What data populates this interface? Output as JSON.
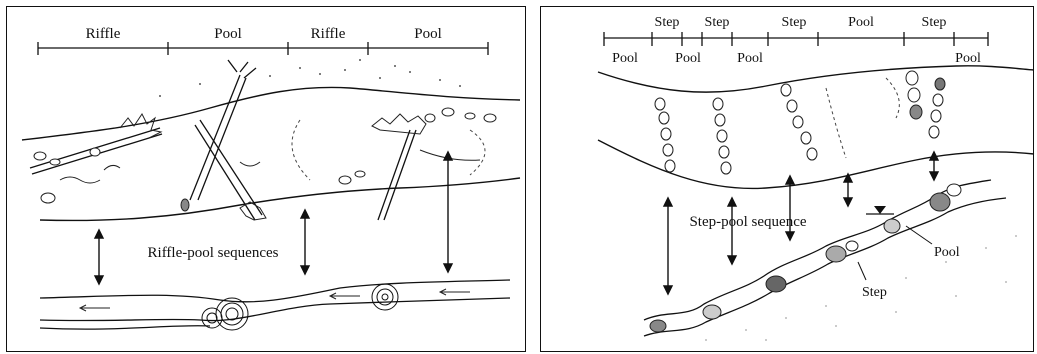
{
  "left_panel": {
    "scale_labels": [
      "Riffle",
      "Pool",
      "Riffle",
      "Pool"
    ],
    "annotation": "Riffle-pool sequences"
  },
  "right_panel": {
    "scale_top_labels": [
      "Step",
      "Step",
      "Step",
      "Pool",
      "Step"
    ],
    "scale_bottom_labels": [
      "Pool",
      "Pool",
      "Pool",
      "Pool"
    ],
    "annotation": "Step-pool sequence",
    "profile_labels": {
      "pool": "Pool",
      "step": "Step"
    }
  }
}
